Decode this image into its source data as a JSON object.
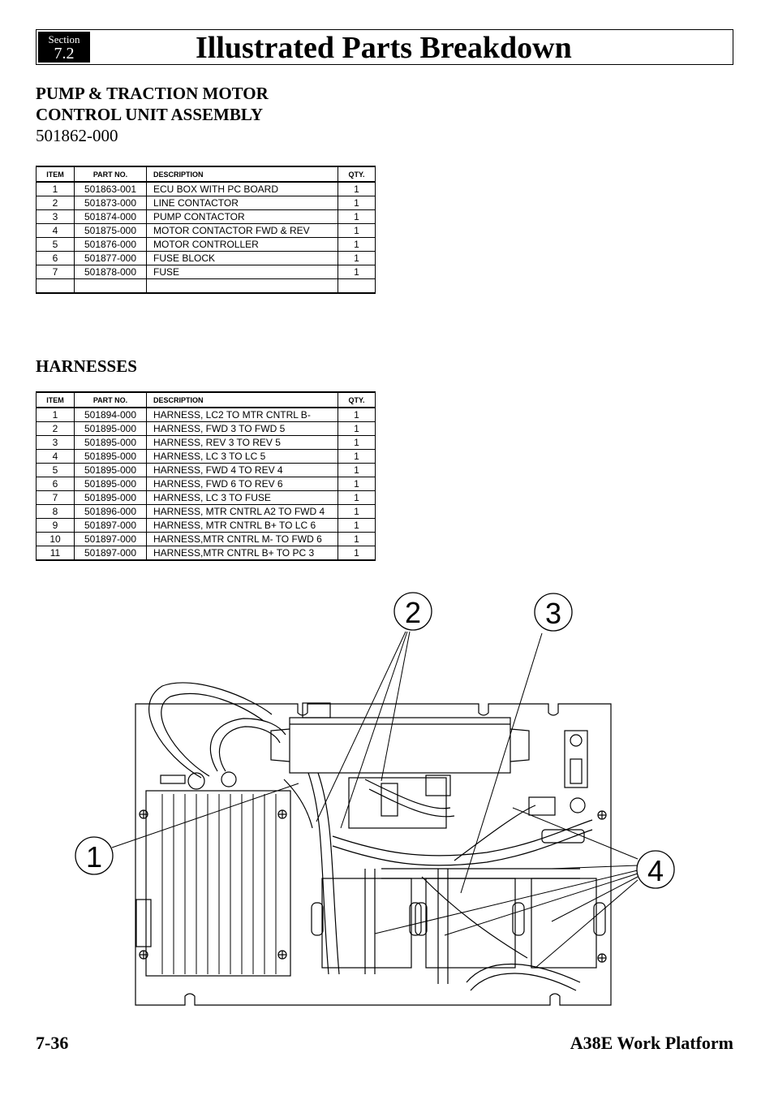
{
  "header": {
    "section_label": "Section",
    "section_number": "7.2",
    "title": "Illustrated Parts Breakdown"
  },
  "assembly": {
    "heading_line1": "PUMP & TRACTION MOTOR",
    "heading_line2": "CONTROL UNIT ASSEMBLY",
    "part_number": "501862-000"
  },
  "table_headers": {
    "item": "ITEM",
    "part_no": "PART NO.",
    "description": "DESCRIPTION",
    "qty": "QTY."
  },
  "control_parts": [
    {
      "item": "1",
      "part_no": "501863-001",
      "description": "ECU BOX WITH PC BOARD",
      "qty": "1"
    },
    {
      "item": "2",
      "part_no": "501873-000",
      "description": "LINE CONTACTOR",
      "qty": "1"
    },
    {
      "item": "3",
      "part_no": "501874-000",
      "description": "PUMP CONTACTOR",
      "qty": "1"
    },
    {
      "item": "4",
      "part_no": "501875-000",
      "description": "MOTOR CONTACTOR FWD & REV",
      "qty": "1"
    },
    {
      "item": "5",
      "part_no": "501876-000",
      "description": "MOTOR CONTROLLER",
      "qty": "1"
    },
    {
      "item": "6",
      "part_no": "501877-000",
      "description": "FUSE BLOCK",
      "qty": "1"
    },
    {
      "item": "7",
      "part_no": "501878-000",
      "description": "FUSE",
      "qty": "1"
    }
  ],
  "harnesses": {
    "heading": "HARNESSES",
    "rows": [
      {
        "item": "1",
        "part_no": "501894-000",
        "description": "HARNESS,  LC2 TO MTR CNTRL B-",
        "qty": "1"
      },
      {
        "item": "2",
        "part_no": "501895-000",
        "description": "HARNESS, FWD 3 TO FWD 5",
        "qty": "1"
      },
      {
        "item": "3",
        "part_no": "501895-000",
        "description": "HARNESS, REV 3 TO REV 5",
        "qty": "1"
      },
      {
        "item": "4",
        "part_no": "501895-000",
        "description": "HARNESS, LC 3 TO LC 5",
        "qty": "1"
      },
      {
        "item": "5",
        "part_no": "501895-000",
        "description": "HARNESS, FWD 4 TO REV 4",
        "qty": "1"
      },
      {
        "item": "6",
        "part_no": "501895-000",
        "description": "HARNESS, FWD 6 TO REV 6",
        "qty": "1"
      },
      {
        "item": "7",
        "part_no": "501895-000",
        "description": "HARNESS, LC 3 TO FUSE",
        "qty": "1"
      },
      {
        "item": "8",
        "part_no": "501896-000",
        "description": "HARNESS, MTR CNTRL A2 TO FWD 4",
        "qty": "1"
      },
      {
        "item": "9",
        "part_no": "501897-000",
        "description": "HARNESS, MTR CNTRL B+ TO LC 6",
        "qty": "1"
      },
      {
        "item": "10",
        "part_no": "501897-000",
        "description": "HARNESS,MTR CNTRL M- TO FWD 6",
        "qty": "1"
      },
      {
        "item": "11",
        "part_no": "501897-000",
        "description": "HARNESS,MTR CNTRL B+ TO PC 3",
        "qty": "1"
      }
    ]
  },
  "diagram": {
    "callouts": [
      "1",
      "2",
      "3",
      "4"
    ]
  },
  "footer": {
    "page": "7-36",
    "product": "A38E Work Platform"
  }
}
